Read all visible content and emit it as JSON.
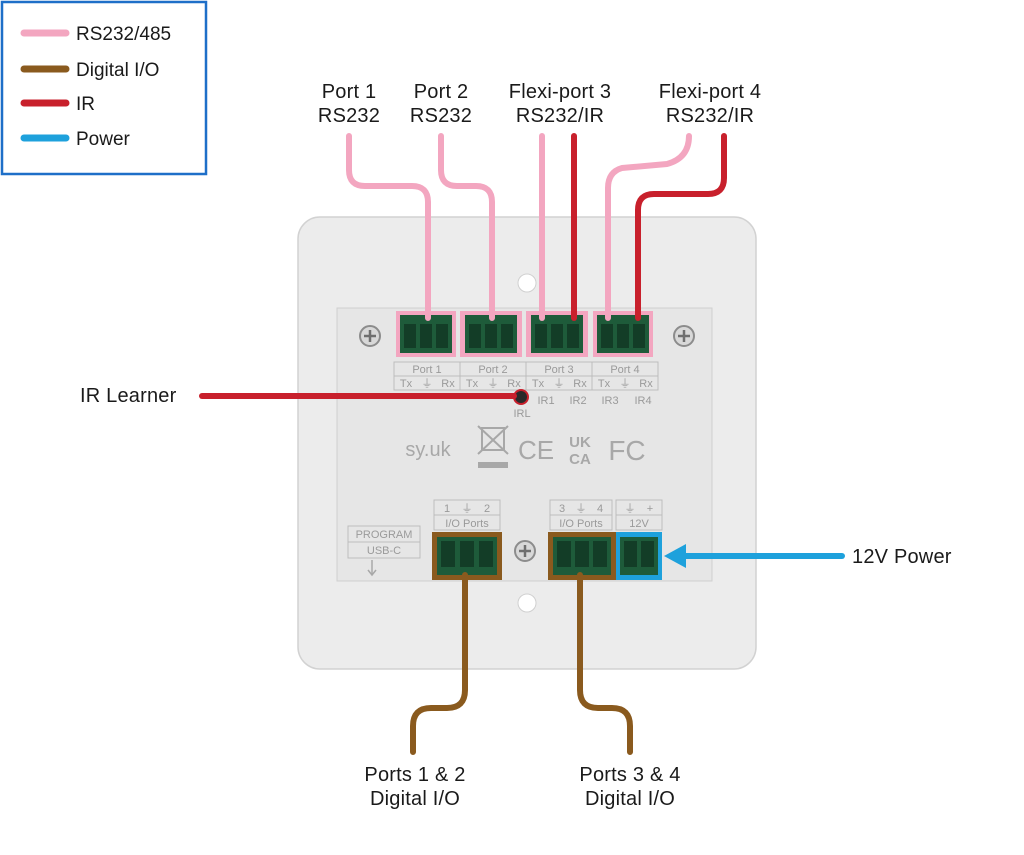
{
  "colors": {
    "rs232": "#f3a6c0",
    "digital": "#8a5a1e",
    "ir": "#c8202c",
    "power": "#1ea1dc",
    "legend_border": "#1e6fc8",
    "terminal_green": "#1e5b3a"
  },
  "legend": {
    "items": [
      {
        "label": "RS232/485",
        "color_key": "rs232"
      },
      {
        "label": "Digital I/O",
        "color_key": "digital"
      },
      {
        "label": "IR",
        "color_key": "ir"
      },
      {
        "label": "Power",
        "color_key": "power"
      }
    ]
  },
  "callouts": {
    "port1": {
      "line1": "Port 1",
      "line2": "RS232"
    },
    "port2": {
      "line1": "Port 2",
      "line2": "RS232"
    },
    "flexi3": {
      "line1": "Flexi-port 3",
      "line2": "RS232/IR"
    },
    "flexi4": {
      "line1": "Flexi-port 4",
      "line2": "RS232/IR"
    },
    "ir_learner": "IR Learner",
    "power": "12V Power",
    "io12": {
      "line1": "Ports 1 & 2",
      "line2": "Digital I/O"
    },
    "io34": {
      "line1": "Ports 3 & 4",
      "line2": "Digital I/O"
    }
  },
  "panel": {
    "port_headers": [
      "Port 1",
      "Port 2",
      "Port 3",
      "Port 4"
    ],
    "pin_labels": {
      "tx": "Tx",
      "ground": "⏚",
      "rx": "Rx",
      "ir1": "IR1",
      "ir2": "IR2",
      "ir3": "IR3",
      "ir4": "IR4",
      "irl": "IRL"
    },
    "brand": "sy.uk",
    "marks": [
      "CE",
      "UK",
      "CA",
      "FC"
    ],
    "program": {
      "line1": "PROGRAM",
      "line2": "USB-C"
    },
    "io_left": {
      "pins": [
        "1",
        "⏚",
        "2"
      ],
      "title": "I/O Ports"
    },
    "io_right": {
      "pins": [
        "3",
        "⏚",
        "4"
      ],
      "title": "I/O Ports"
    },
    "power_block": {
      "pins": [
        "⏚",
        "+"
      ],
      "title": "12V"
    }
  }
}
